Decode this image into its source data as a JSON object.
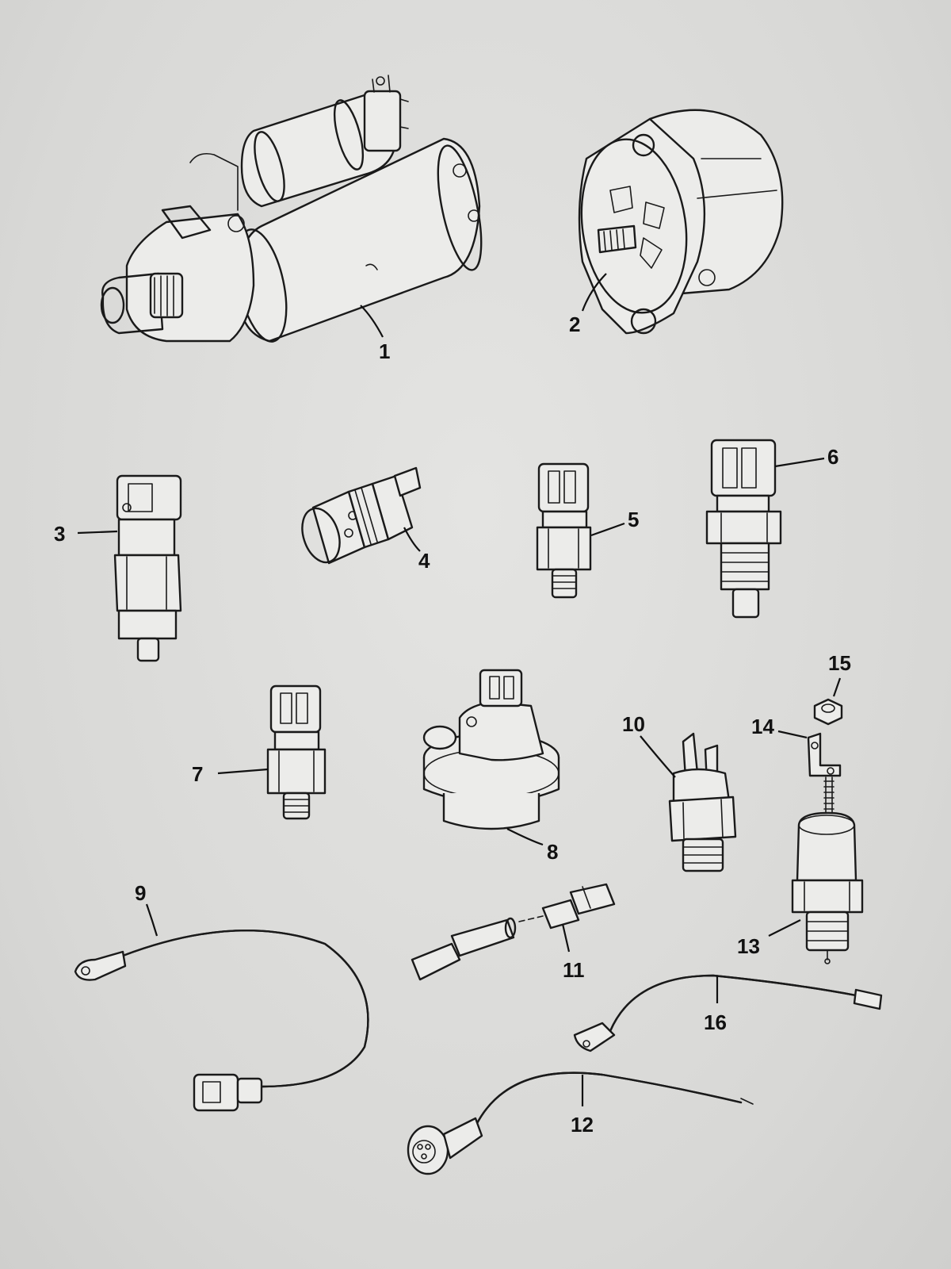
{
  "parts": [
    {
      "id": "1",
      "name": "starter-motor"
    },
    {
      "id": "2",
      "name": "alternator"
    },
    {
      "id": "3",
      "name": "sensor"
    },
    {
      "id": "4",
      "name": "sensor"
    },
    {
      "id": "5",
      "name": "switch"
    },
    {
      "id": "6",
      "name": "sensor"
    },
    {
      "id": "7",
      "name": "switch"
    },
    {
      "id": "8",
      "name": "switch"
    },
    {
      "id": "9",
      "name": "harness"
    },
    {
      "id": "10",
      "name": "switch"
    },
    {
      "id": "11",
      "name": "connector"
    },
    {
      "id": "12",
      "name": "harness"
    },
    {
      "id": "13",
      "name": "switch"
    },
    {
      "id": "14",
      "name": "bracket"
    },
    {
      "id": "15",
      "name": "nut"
    },
    {
      "id": "16",
      "name": "harness"
    }
  ],
  "labels": {
    "p1": "1",
    "p2": "2",
    "p3": "3",
    "p4": "4",
    "p5": "5",
    "p6": "6",
    "p7": "7",
    "p8": "8",
    "p9": "9",
    "p10": "10",
    "p11": "11",
    "p12": "12",
    "p13": "13",
    "p14": "14",
    "p15": "15",
    "p16": "16"
  },
  "colors": {
    "paper": "#dcdcda",
    "ink": "#1a1a1a"
  }
}
